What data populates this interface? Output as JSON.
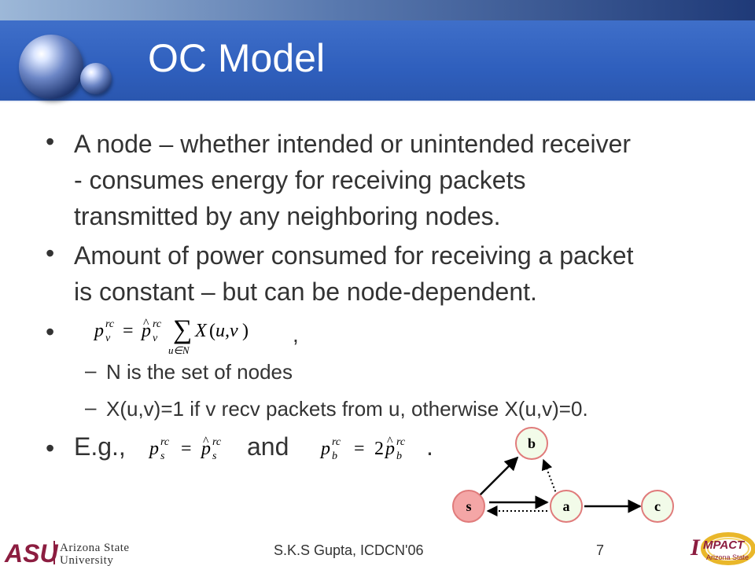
{
  "slide": {
    "title": "OC Model",
    "bullets": [
      {
        "lines": [
          "A node – whether intended or unintended receiver",
          "-  consumes energy for receiving packets",
          "transmitted by any neighboring nodes."
        ]
      },
      {
        "lines": [
          "Amount of power consumed for receiving a packet",
          "is constant – but can be node-dependent."
        ]
      }
    ],
    "formula_comma": ",",
    "subbullets": [
      "N is the set of nodes",
      "X(u,v)=1 if v recv packets from u, otherwise X(u,v)=0."
    ],
    "subbullet_dash": "–",
    "eg": {
      "prefix": "E.g.,",
      "and": "and",
      "period": "."
    },
    "graph": {
      "nodes": [
        {
          "id": "s",
          "label": "s",
          "fill": "#f4a6a6"
        },
        {
          "id": "b",
          "label": "b",
          "fill": "#f2fbe9"
        },
        {
          "id": "a",
          "label": "a",
          "fill": "#f2fbe9"
        },
        {
          "id": "c",
          "label": "c",
          "fill": "#f2fbe9"
        }
      ]
    }
  },
  "footer": {
    "center": "S.K.S Gupta, ICDCN'06",
    "page": "7",
    "asu_mark": "ASU",
    "asu_line1": "Arizona State",
    "asu_line2": "University",
    "impact_word": "MPACT",
    "impact_letter": "I",
    "impact_sub": "Arizona State"
  },
  "colors": {
    "header": "#2f5fbd",
    "text": "#333333"
  }
}
